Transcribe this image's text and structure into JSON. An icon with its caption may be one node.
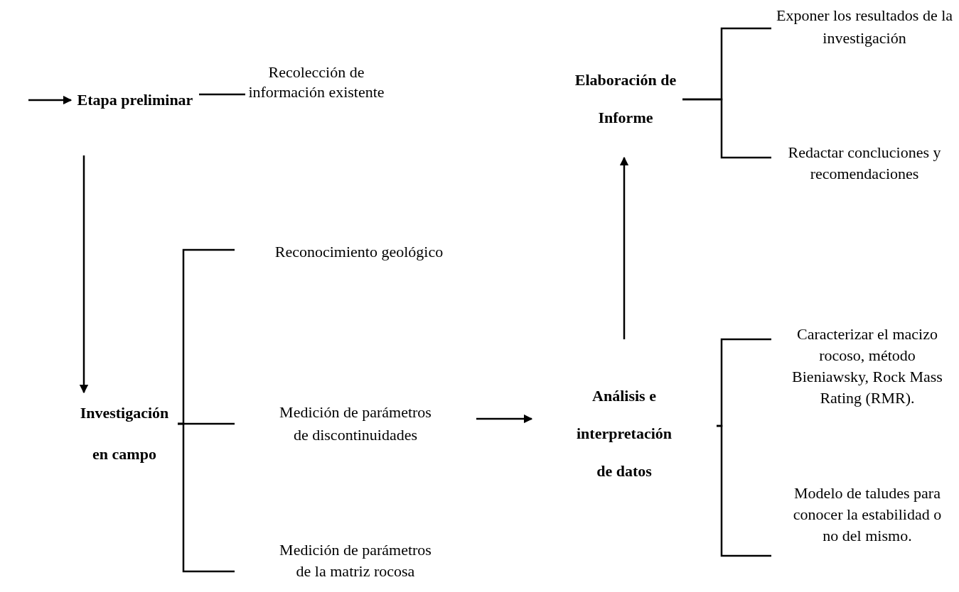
{
  "diagram": {
    "nodes": [
      {
        "text": [
          "Etapa preliminar"
        ]
      },
      {
        "text": [
          "Recolección de información existente"
        ]
      },
      {
        "text": [
          "Investigación en campo"
        ]
      },
      {
        "text": [
          "Reconocimiento geológico"
        ]
      },
      {
        "text": [
          "Medición de parámetros de discontinuidades"
        ]
      },
      {
        "text": [
          "Medición de parámetros de la matriz rocosa"
        ]
      },
      {
        "text": [
          "Análisis e interpretación de datos"
        ]
      },
      {
        "text": [
          "Caracterizar el macizo rocoso, método Bieniawsky, Rock Mass Rating (RMR)."
        ]
      },
      {
        "text": [
          "Modelo de taludes para conocer la estabilidad o no del mismo."
        ]
      },
      {
        "text": [
          "Elaboración de Informe"
        ]
      },
      {
        "text": [
          "Exponer los resultados de la investigación"
        ]
      },
      {
        "text": [
          "Redactar concluciones y recomendaciones"
        ]
      }
    ],
    "edges": [
      {
        "from": null,
        "to": 0,
        "arrow": "to"
      },
      {
        "from": 0,
        "to": 1,
        "arrow": "none"
      },
      {
        "from": 0,
        "to": 2,
        "arrow": "to"
      },
      {
        "from": 2,
        "to": 3,
        "arrow": "none"
      },
      {
        "from": 2,
        "to": 4,
        "arrow": "none"
      },
      {
        "from": 2,
        "to": 5,
        "arrow": "none"
      },
      {
        "from": 4,
        "to": 6,
        "arrow": "to"
      },
      {
        "from": 6,
        "to": 9,
        "arrow": "to"
      },
      {
        "from": 6,
        "to": 7,
        "arrow": "none"
      },
      {
        "from": 6,
        "to": 8,
        "arrow": "none"
      },
      {
        "from": 9,
        "to": 10,
        "arrow": "none"
      },
      {
        "from": 9,
        "to": 11,
        "arrow": "none"
      }
    ]
  }
}
